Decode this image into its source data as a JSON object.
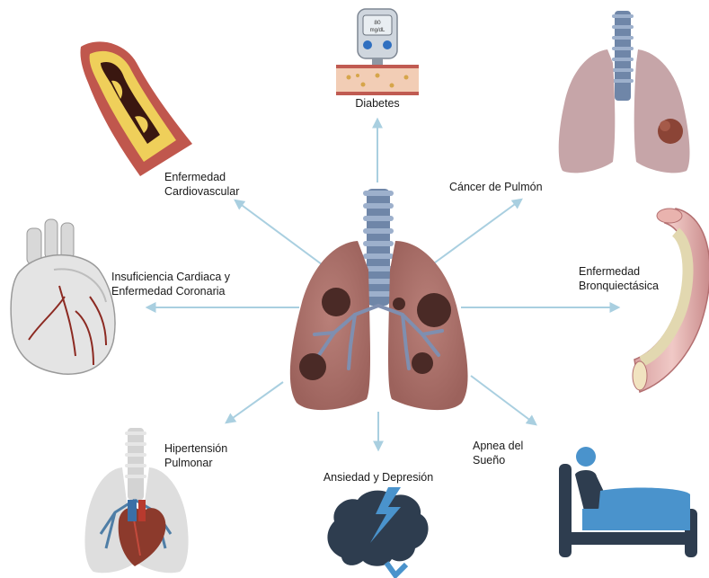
{
  "center": {
    "icon": "lungs-with-tumors-icon"
  },
  "arrow_color": "#a9cfe0",
  "conditions": [
    {
      "id": "diabetes",
      "lines": [
        "Diabetes"
      ],
      "icon": "glucometer-icon"
    },
    {
      "id": "cancer",
      "lines": [
        "Cáncer de Pulmón"
      ],
      "icon": "lung-tumor-icon"
    },
    {
      "id": "bronchiectasis",
      "lines": [
        "Enfermedad",
        "Bronquiectásica"
      ],
      "icon": "bronchus-icon"
    },
    {
      "id": "sleep-apnea",
      "lines": [
        "Apnea del",
        "Sueño"
      ],
      "icon": "bed-patient-icon"
    },
    {
      "id": "anxiety",
      "lines": [
        "Ansiedad y Depresión"
      ],
      "icon": "brain-lightning-icon"
    },
    {
      "id": "pulmonary-hypertension",
      "lines": [
        "Hipertensión",
        "Pulmonar"
      ],
      "icon": "heart-lungs-icon"
    },
    {
      "id": "heart-failure",
      "lines": [
        "Insuficiencia Cardiaca y",
        "Enfermedad Coronaria"
      ],
      "icon": "heart-icon"
    },
    {
      "id": "cardiovascular",
      "lines": [
        "Enfermedad",
        "Cardiovascular"
      ],
      "icon": "blocked-artery-icon"
    }
  ],
  "glucometer": {
    "value": "80",
    "unit": "mg/dL"
  }
}
